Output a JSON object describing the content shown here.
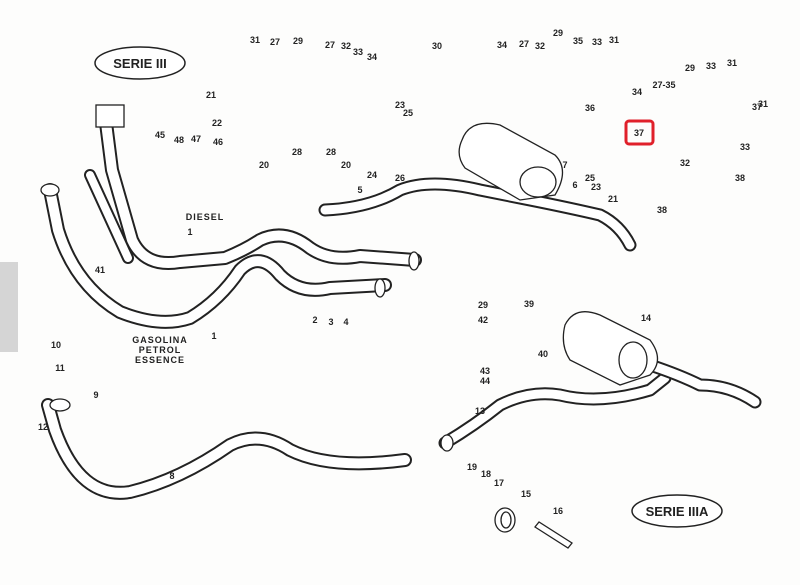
{
  "diagram": {
    "badges": {
      "serie_3": "SERIE III",
      "serie_3a": "SERIE IIIA"
    },
    "captions": {
      "diesel": "DIESEL",
      "gasolina": "GASOLINA",
      "petrol": "PETROL",
      "essence": "ESSENCE"
    },
    "highlight": {
      "label": "37",
      "color": "#e0202a"
    },
    "part_labels": [
      "31",
      "27",
      "29",
      "27",
      "32",
      "33",
      "34",
      "30",
      "21",
      "22",
      "20",
      "28",
      "28",
      "23",
      "25",
      "20",
      "24",
      "26",
      "45",
      "48",
      "47",
      "46",
      "1",
      "41",
      "5",
      "7",
      "6",
      "25",
      "23",
      "21",
      "34",
      "27",
      "32",
      "29",
      "35",
      "33",
      "31",
      "36",
      "34",
      "27-35",
      "29",
      "33",
      "31",
      "37",
      "31",
      "32",
      "33",
      "38",
      "38",
      "2",
      "3",
      "4",
      "1",
      "10",
      "11",
      "9",
      "12",
      "8",
      "29",
      "39",
      "42",
      "40",
      "43",
      "44",
      "14",
      "13",
      "19",
      "18",
      "17",
      "15",
      "16"
    ]
  }
}
